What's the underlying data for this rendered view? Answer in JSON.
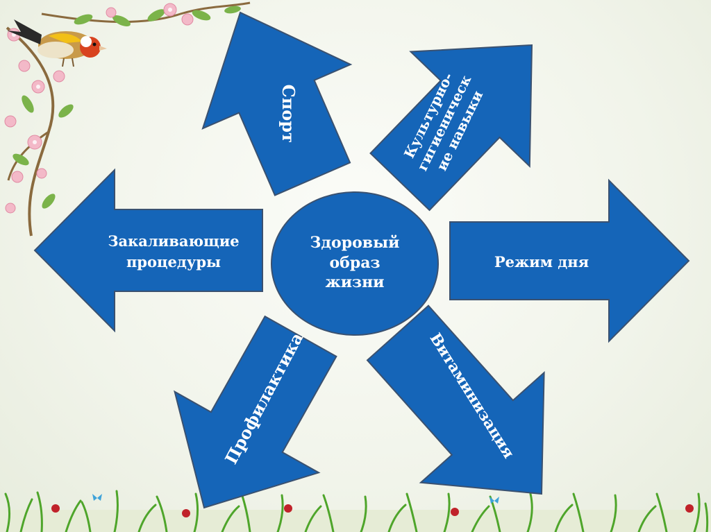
{
  "diagram": {
    "center": {
      "label": "Здоровый образ жизни"
    },
    "arrows": [
      {
        "id": "sport",
        "label": "Спорт"
      },
      {
        "id": "hygiene",
        "label": "Культурно-гигиенические навыки",
        "lines": [
          "Культурно-",
          "гигиеническ",
          "ие навыки"
        ]
      },
      {
        "id": "hardening",
        "label": "Закаливающие процедуры",
        "lines": [
          "Закаливающие",
          "процедуры"
        ]
      },
      {
        "id": "regime",
        "label": "Режим дня"
      },
      {
        "id": "prevention",
        "label": "Профилактика"
      },
      {
        "id": "vitamins",
        "label": "Витаминизация"
      }
    ],
    "colors": {
      "arrow_fill": "#1565b8",
      "arrow_stroke": "#3a5170",
      "text": "#ffffff",
      "background": "#f2f5ec"
    }
  }
}
